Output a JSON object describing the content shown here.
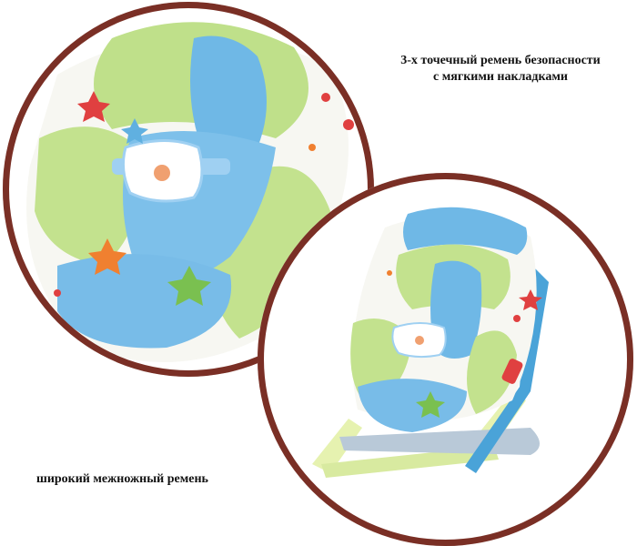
{
  "captions": {
    "harness_line1": "3-х точечный ремень безопасности",
    "harness_line2": "с мягкими накладками",
    "crotch_strap": "широкий межножный ремень"
  },
  "colors": {
    "frame_ring": "#7a2f25",
    "fabric_green": "#bfe08a",
    "fabric_blue": "#6fb8e6",
    "frame_plastic": "#e6f2b0",
    "accent_red": "#e04040"
  }
}
